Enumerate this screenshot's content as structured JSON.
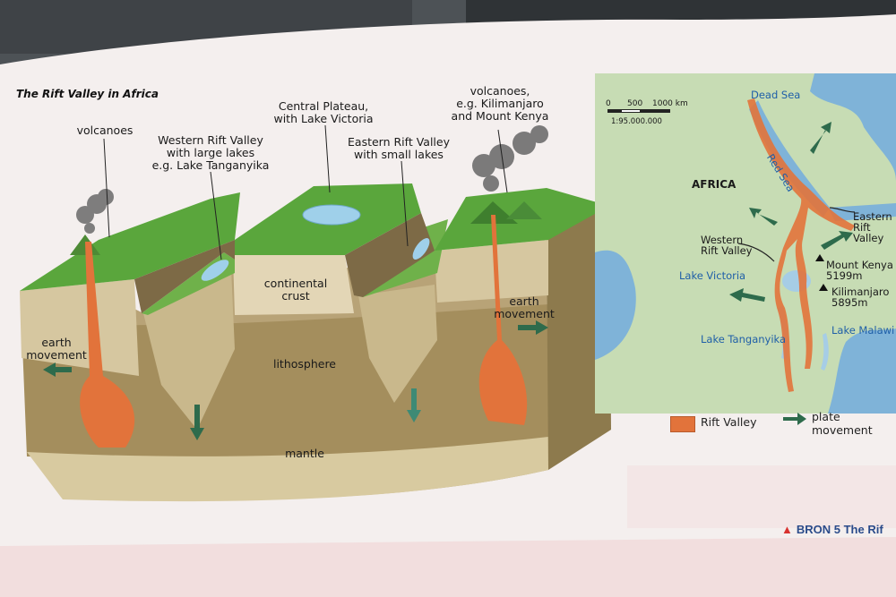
{
  "diagram": {
    "title": "The Rift Valley in Africa",
    "labels": {
      "volcanoes_left": "volcanoes",
      "western_rift": "Western Rift Valley\nwith large lakes\ne.g. Lake Tanganyika",
      "central_plateau": "Central Plateau,\nwith Lake Victoria",
      "eastern_rift": "Eastern Rift Valley\nwith small lakes",
      "volcanoes_right": "volcanoes,\ne.g. Kilimanjaro\nand Mount Kenya",
      "continental_crust": "continental\ncrust",
      "earth_movement_left": "earth\nmovement",
      "earth_movement_right": "earth\nmovement",
      "lithosphere": "lithosphere",
      "mantle": "mantle"
    }
  },
  "map": {
    "scale_ticks": [
      "0",
      "500",
      "1000 km"
    ],
    "scale_ratio": "1:95.000.000",
    "labels": {
      "dead_sea": "Dead Sea",
      "red_sea": "Red Sea",
      "africa": "AFRICA",
      "eastern_rift": "Eastern\nRift Valley",
      "western_rift": "Western\nRift Valley",
      "lake_victoria": "Lake Victoria",
      "mount_kenya": "Mount Kenya\n5199m",
      "kilimanjaro": "Kilimanjaro\n5895m",
      "lake_tanganyika": "Lake Tanganyika",
      "lake_malawi": "Lake Malawi"
    },
    "legend": {
      "rift_valley": "Rift Valley",
      "plate_movement": "plate movement"
    }
  },
  "caption": {
    "marker": "▲",
    "text": "BRON 5 The Rif"
  },
  "colors": {
    "grass": "#5aa63c",
    "rift_orange": "#e2733b",
    "arrow_green": "#2e6b4c",
    "lake_blue": "#9fd0ea",
    "map_land": "#c7dcb4",
    "map_sea": "#7fb3d8"
  }
}
